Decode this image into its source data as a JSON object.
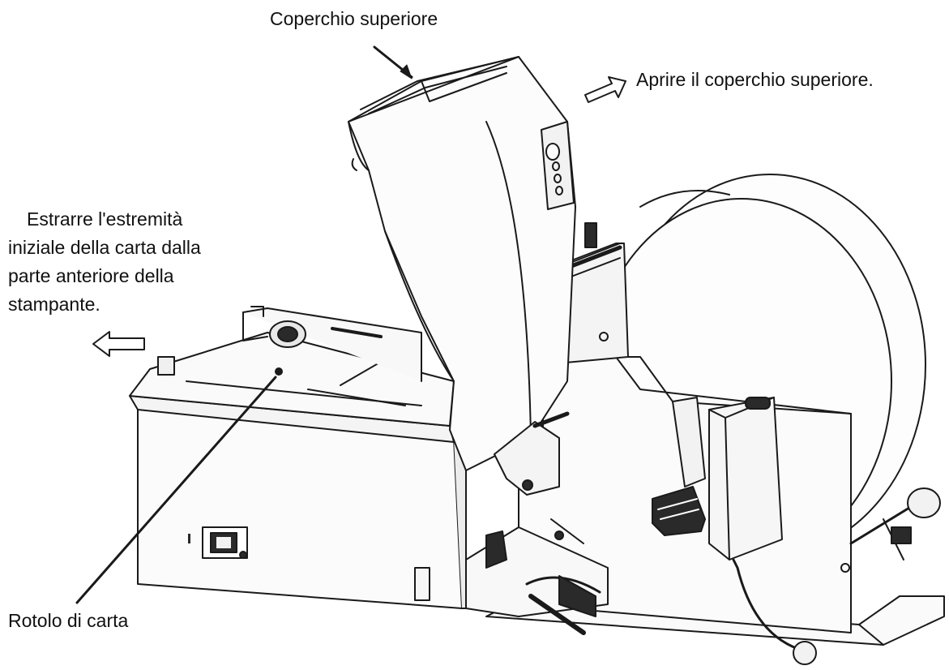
{
  "labels": {
    "top_cover": "Coperchio superiore",
    "open_instruction": "Aprire il coperchio superiore.",
    "pull_instruction": {
      "line1": "Estrarre l'estremità",
      "line2": "iniziale della carta dalla",
      "line3": "parte anteriore della",
      "line4": "stampante."
    },
    "paper_roll": "Rotolo di carta"
  },
  "colors": {
    "line": "#1a1a1a",
    "fill_light": "#f4f4f4",
    "fill_dark": "#2a2a2a",
    "background": "#ffffff"
  }
}
